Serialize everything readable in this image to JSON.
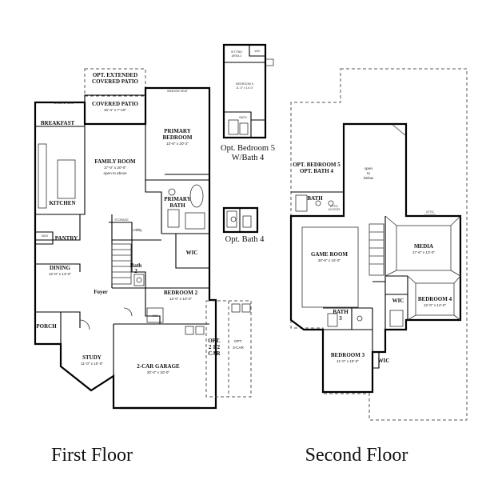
{
  "floor_labels": {
    "first": "First Floor",
    "second": "Second Floor"
  },
  "option_labels": {
    "bedroom5_line1": "Opt. Bedroom 5",
    "bedroom5_line2": "W/Bath 4",
    "bath4": "Opt. Bath 4"
  },
  "first_floor": {
    "opt_patio": "OPT. EXTENDED",
    "opt_patio_2": "COVERED PATIO",
    "covered_patio": "COVERED PATIO",
    "covered_patio_dim": "15'-4\" x 7'-10\"",
    "breakfast": "BREAKFAST",
    "family_room": "FAMILY ROOM",
    "family_room_dim": "17'-0\" x 20'-0\"",
    "family_room_note": "open to above",
    "primary_bedroom": "PRIMARY",
    "primary_bedroom_2": "BEDROOM",
    "primary_bedroom_dim": "13'-6\" x 20'-2\"",
    "kitchen": "KITCHEN",
    "pantry": "PANTRY",
    "primary_bath": "PRIMARY",
    "primary_bath_2": "BATH",
    "storage": "STORAGE",
    "utility": "Utility",
    "wic": "WIC",
    "bath2": "Bath",
    "bath2_num": "2",
    "dining": "DINING",
    "dining_dim": "12'-0\" x 13'-0\"",
    "foyer": "Foyer",
    "bedroom2": "BEDROOM 2",
    "bedroom2_dim": "13'-0\" x 10'-0\"",
    "porch": "PORCH",
    "study": "STUDY",
    "study_dim": "11'-0\" x 10'-0\"",
    "garage": "2-CAR GARAGE",
    "garage_dim": "20'-0\" x 20'-0\"",
    "opt_25": "OPT.",
    "opt_25_2": "2 1/2",
    "opt_25_3": "CAR",
    "opt_3car": "OPT.",
    "opt_3car_2": "3-CAR",
    "window_seat": "WINDOW SEAT",
    "window_seat_2": "WINDOW SEAT",
    "mud": "MUD",
    "wic_small": "WIC"
  },
  "opt_bedroom5_plan": {
    "sitting": "SITTING",
    "sitting_2": "AREA 2",
    "wic": "WIC",
    "bedroom": "BEDROOM 5",
    "bedroom_dim": "11'-0\" x 14'-0\"",
    "bath": "BATH"
  },
  "second_floor": {
    "opt_bedroom5": "OPT. BEDROOM 5",
    "opt_bath4": "OPT. BATH 4",
    "open_below": "open",
    "open_below_2": "to",
    "open_below_3": "below",
    "bath": "BATH",
    "attic": "ATTIC",
    "attic_2": "ACCESS",
    "attic_b": "ATTIC",
    "attic_b_2": "ACCESS",
    "game_room": "GAME ROOM",
    "game_room_dim": "20'-6\" x 16'-0\"",
    "media": "MEDIA",
    "media_dim": "17'-6\" x 13'-0\"",
    "bedroom4": "BEDROOM 4",
    "bedroom4_dim": "12'-0\" x 12'-0\"",
    "bath3": "BATH",
    "bath3_num": "3",
    "wic1": "WIC",
    "wic2": "WIC",
    "bedroom3": "BEDROOM 3",
    "bedroom3_dim": "11'-0\" x 13'-0\""
  }
}
